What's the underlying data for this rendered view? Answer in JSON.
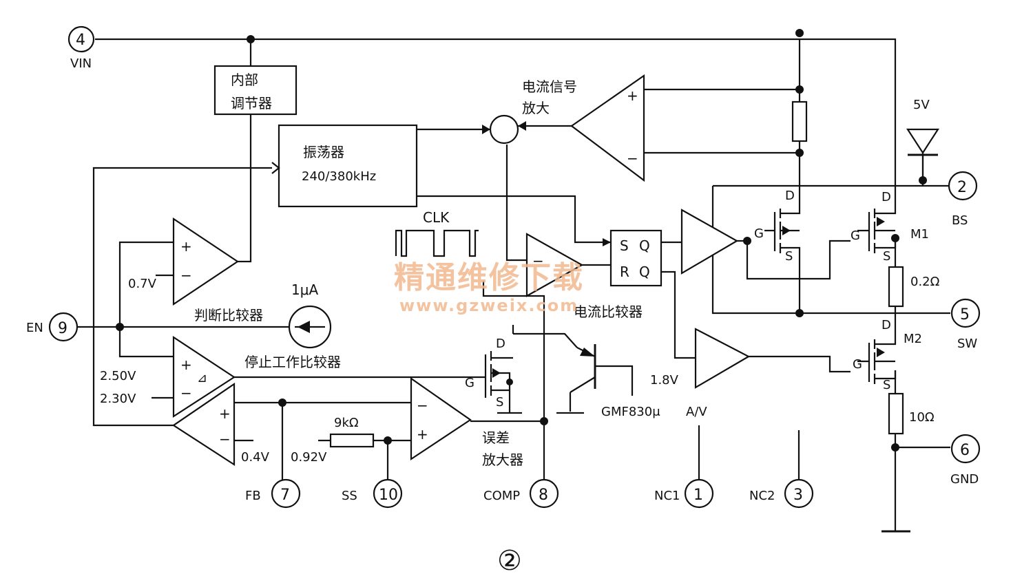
{
  "pins": {
    "vin": {
      "num": "4",
      "label": "VIN"
    },
    "bs": {
      "num": "2",
      "label": "BS"
    },
    "sw": {
      "num": "5",
      "label": "SW"
    },
    "gnd": {
      "num": "6",
      "label": "GND"
    },
    "en": {
      "num": "9",
      "label": "EN"
    },
    "fb": {
      "num": "7",
      "label": "FB"
    },
    "ss": {
      "num": "10",
      "label": "SS"
    },
    "comp": {
      "num": "8",
      "label": "COMP"
    },
    "nc1": {
      "num": "1",
      "label": "NC1"
    },
    "nc2": {
      "num": "3",
      "label": "NC2"
    }
  },
  "blocks": {
    "regulator_line1": "内部",
    "regulator_line2": "调节器",
    "oscillator_line1": "振荡器",
    "oscillator_line2": "240/380kHz",
    "current_amp_line1": "电流信号",
    "current_amp_line2": "放大",
    "judge_comparator": "判断比较器",
    "stop_comparator": "停止工作比较器",
    "current_comparator": "电流比较器",
    "error_amp_line1": "误差",
    "error_amp_line2": "放大器"
  },
  "labels": {
    "clk": "CLK",
    "current_source": "1μA",
    "v_07": "0.7V",
    "v_250": "2.50V",
    "v_230": "2.30V",
    "v_04": "0.4V",
    "v_092": "0.92V",
    "v_18": "1.8V",
    "r_9k": "9kΩ",
    "r_02": "0.2Ω",
    "r_10": "10Ω",
    "gmf": "GMF830μ",
    "av": "A/V",
    "five_v": "5V",
    "m1": "M1",
    "m2": "M2",
    "d": "D",
    "g": "G",
    "s": "S",
    "sq_s": "S",
    "sq_q": "Q",
    "sq_r": "R",
    "sq_qb": "Q",
    "plus": "+",
    "minus": "−",
    "hyst": "⊿"
  },
  "watermark": {
    "line1": "精通维修下载",
    "line2": "www.gzweix.com"
  },
  "figure_mark": "②"
}
